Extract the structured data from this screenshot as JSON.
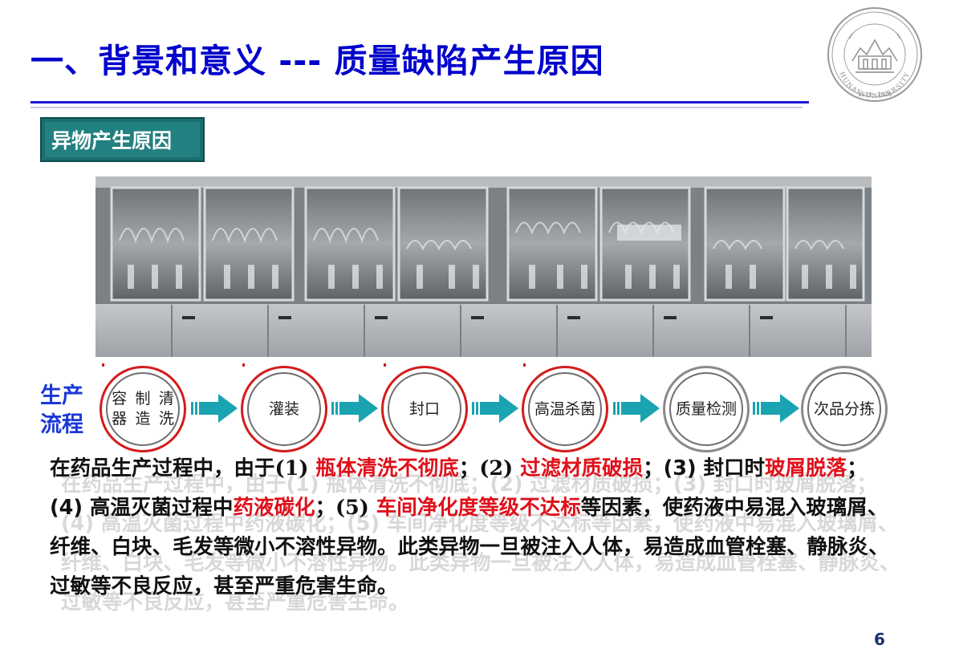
{
  "header": {
    "title": "一、背景和意义 --- 质量缺陷产生原因",
    "logo_text": "HUNAN UNIVERSITY",
    "logo_year": "1926 · 2026"
  },
  "section_tag": "异物产生原因",
  "process": {
    "label": "生产流程",
    "steps": [
      {
        "label": "容器制造清洗",
        "lines": [
          "容器",
          "制造",
          "清洗"
        ],
        "highlight": true
      },
      {
        "label": "灌装",
        "lines": [
          "灌装"
        ],
        "highlight": true
      },
      {
        "label": "封口",
        "lines": [
          "封口"
        ],
        "highlight": true
      },
      {
        "label": "高温杀菌",
        "lines": [
          "高温",
          "杀菌"
        ],
        "highlight": true
      },
      {
        "label": "质量检测",
        "lines": [
          "质量",
          "检测"
        ],
        "highlight": false
      },
      {
        "label": "次品分拣",
        "lines": [
          "次品",
          "分拣"
        ],
        "highlight": false
      }
    ]
  },
  "paragraph": {
    "p1": "在药品生产过程中，由于",
    "p2": "(1) ",
    "r1": "瓶体清洗不彻底",
    "p3": "；",
    "p4": "(2) ",
    "r2": "过滤材质破损",
    "p5": "；",
    "p6": "(3) 封口时",
    "r3": "玻屑脱落",
    "p7": "；",
    "p8": "(4) 高温灭菌过程中",
    "r4": "药液碳化",
    "p9": "；",
    "p10": "(5) ",
    "r5": "车间净化度等级不达标",
    "p11": "等因素，使药液中易混入玻璃屑、纤维、白块、毛发等微小不溶性异物。此类异物一旦被注入人体，易造成血管栓塞、静脉炎、过敏等不良反应，甚至严重危害生命。"
  },
  "page_number": "6",
  "colors": {
    "title": "#0000cc",
    "accent_red": "#e0101a",
    "tag": "#238080",
    "arrow": "#1aa3b0"
  }
}
